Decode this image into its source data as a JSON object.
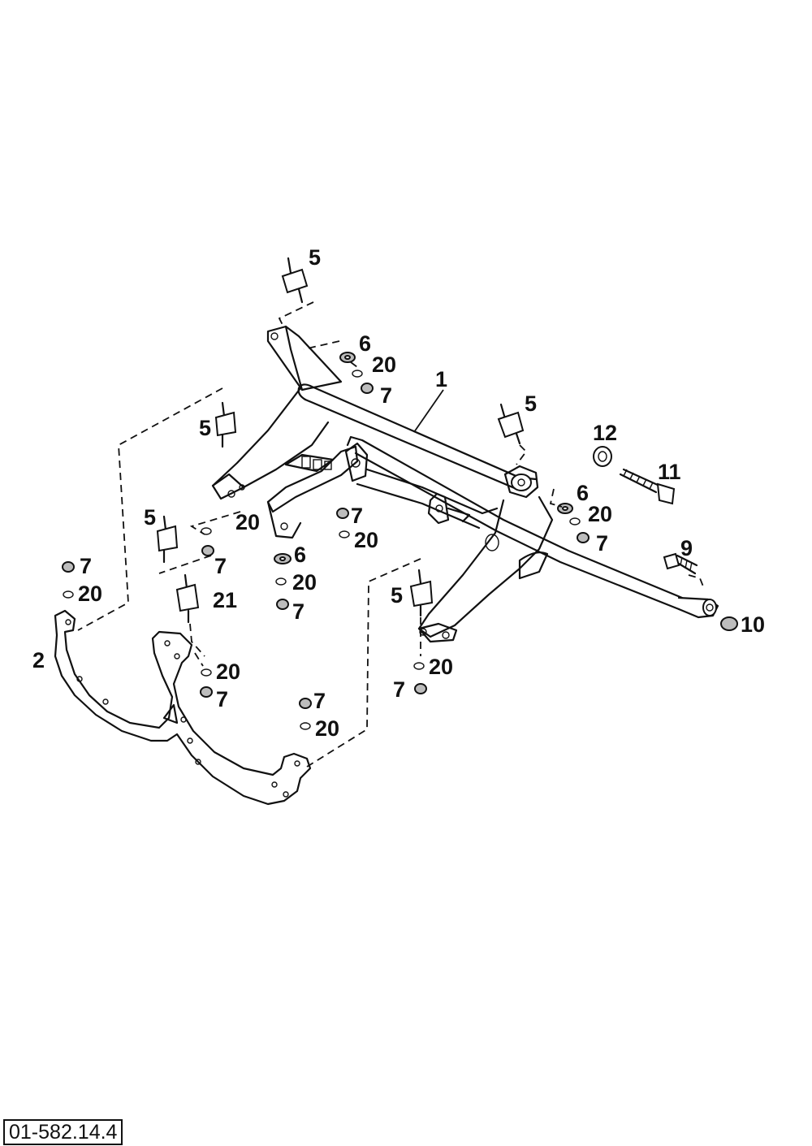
{
  "callouts": {
    "c1": "1",
    "c2": "2",
    "c5a": "5",
    "c5b": "5",
    "c5c": "5",
    "c5d": "5",
    "c5e": "5",
    "c6a": "6",
    "c6b": "6",
    "c6c": "6",
    "c7a": "7",
    "c7b": "7",
    "c7c": "7",
    "c7d": "7",
    "c7e": "7",
    "c7f": "7",
    "c7g": "7",
    "c7h": "7",
    "c7i": "7",
    "c9": "9",
    "c10": "10",
    "c11": "11",
    "c12": "12",
    "c20a": "20",
    "c20b": "20",
    "c20c": "20",
    "c20d": "20",
    "c20e": "20",
    "c20f": "20",
    "c20g": "20",
    "c20h": "20",
    "c20i": "20",
    "c21": "21"
  },
  "drawing_number": "01-582.14.4"
}
